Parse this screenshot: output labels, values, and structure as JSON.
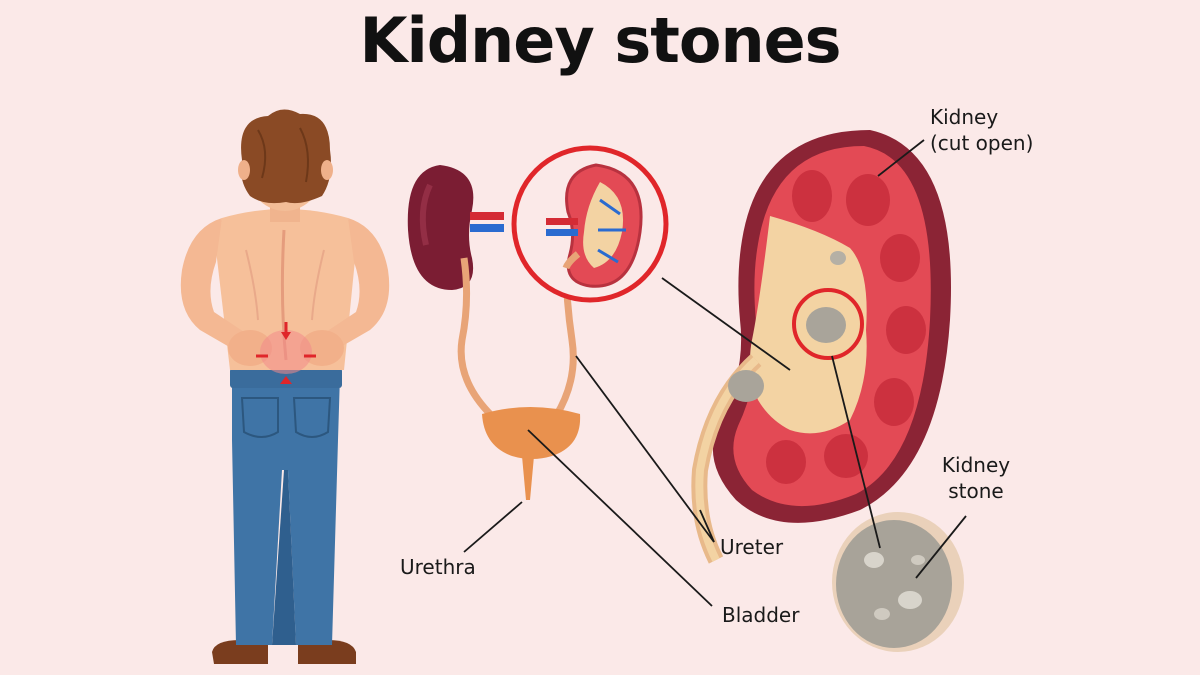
{
  "title": "Kidney stones",
  "labels": {
    "kidney_cut_line1": "Kidney",
    "kidney_cut_line2": "(cut open)",
    "stone_line1": "Kidney",
    "stone_line2": "stone",
    "ureter": "Ureter",
    "urethra": "Urethra",
    "bladder": "Bladder"
  },
  "colors": {
    "background": "#fbe9e8",
    "highlight_circle": "#e0262a",
    "kidney_outer": "#8b2435",
    "kidney_cortex": "#e34a55",
    "pelvis": "#f3d3a3",
    "skin": "#f6c09a",
    "jeans": "#3f74a6",
    "hair": "#8a4a25"
  }
}
